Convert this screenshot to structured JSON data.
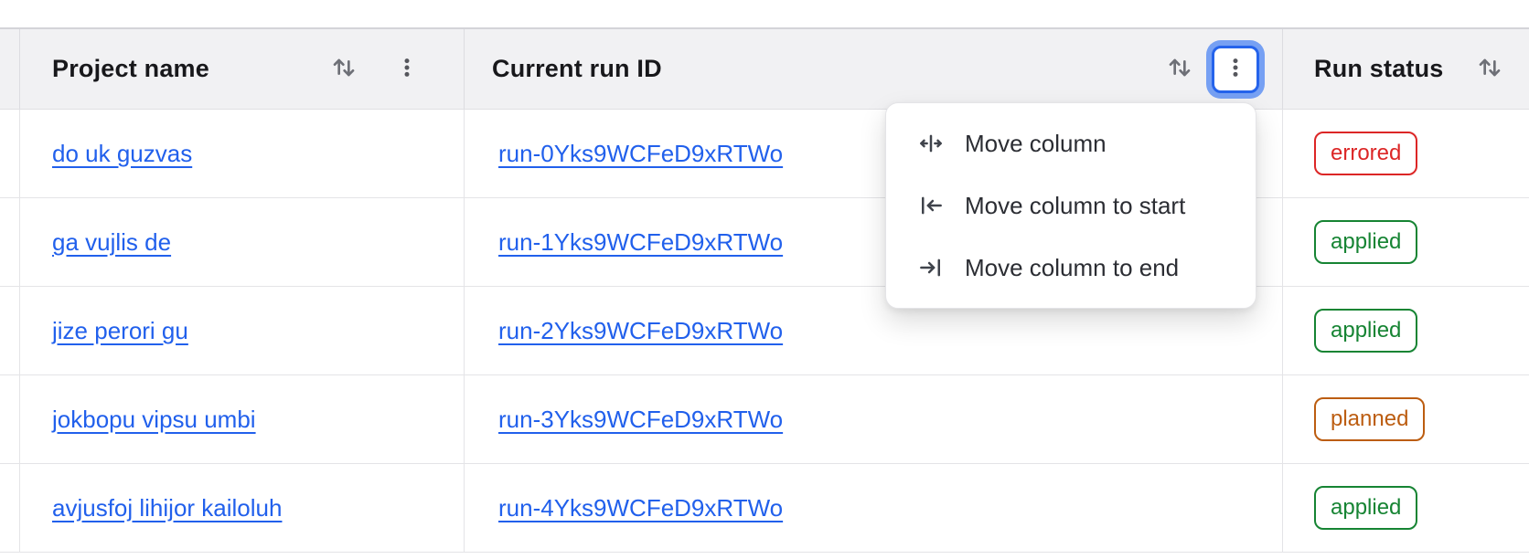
{
  "table": {
    "columns": [
      {
        "label": "Project name",
        "sort_icon": "arrow-up-down",
        "menu_icon": "kebab-vertical-dots"
      },
      {
        "label": "Current run ID",
        "sort_icon": "arrow-up-down",
        "menu_icon": "kebab-vertical-dots",
        "menu_state": "focused-open"
      },
      {
        "label": "Run status",
        "sort_icon": "arrow-up-down"
      }
    ],
    "rows": [
      {
        "project": "do uk guzvas",
        "run_id": "run-0Yks9WCFeD9xRTWo",
        "status": "errored"
      },
      {
        "project": "ga vujlis de",
        "run_id": "run-1Yks9WCFeD9xRTWo",
        "status": "applied"
      },
      {
        "project": "jize perori gu",
        "run_id": "run-2Yks9WCFeD9xRTWo",
        "status": "applied"
      },
      {
        "project": "jokbopu vipsu umbi",
        "run_id": "run-3Yks9WCFeD9xRTWo",
        "status": "planned"
      },
      {
        "project": "avjusfoj lihijor kailoluh",
        "run_id": "run-4Yks9WCFeD9xRTWo",
        "status": "applied"
      }
    ]
  },
  "menu": {
    "items": [
      {
        "icon": "move-column-icon",
        "label": "Move column"
      },
      {
        "icon": "move-column-to-start-icon",
        "label": "Move column to start"
      },
      {
        "icon": "move-column-to-end-icon",
        "label": "Move column to end"
      }
    ]
  },
  "icons": {
    "sort": "arrow-up-down",
    "column_menu": "kebab-vertical-dots",
    "move_column": "left-right-arrows-from-center-bar",
    "move_column_to_start": "arrow-left-to-bar",
    "move_column_to_end": "arrow-right-to-bar"
  },
  "colors": {
    "link": "#2160EC",
    "header_bg": "#F1F1F3",
    "focus_ring": "#2563EB",
    "status": {
      "errored": "#DC2626",
      "applied": "#168433",
      "planned": "#BC5D11"
    }
  }
}
